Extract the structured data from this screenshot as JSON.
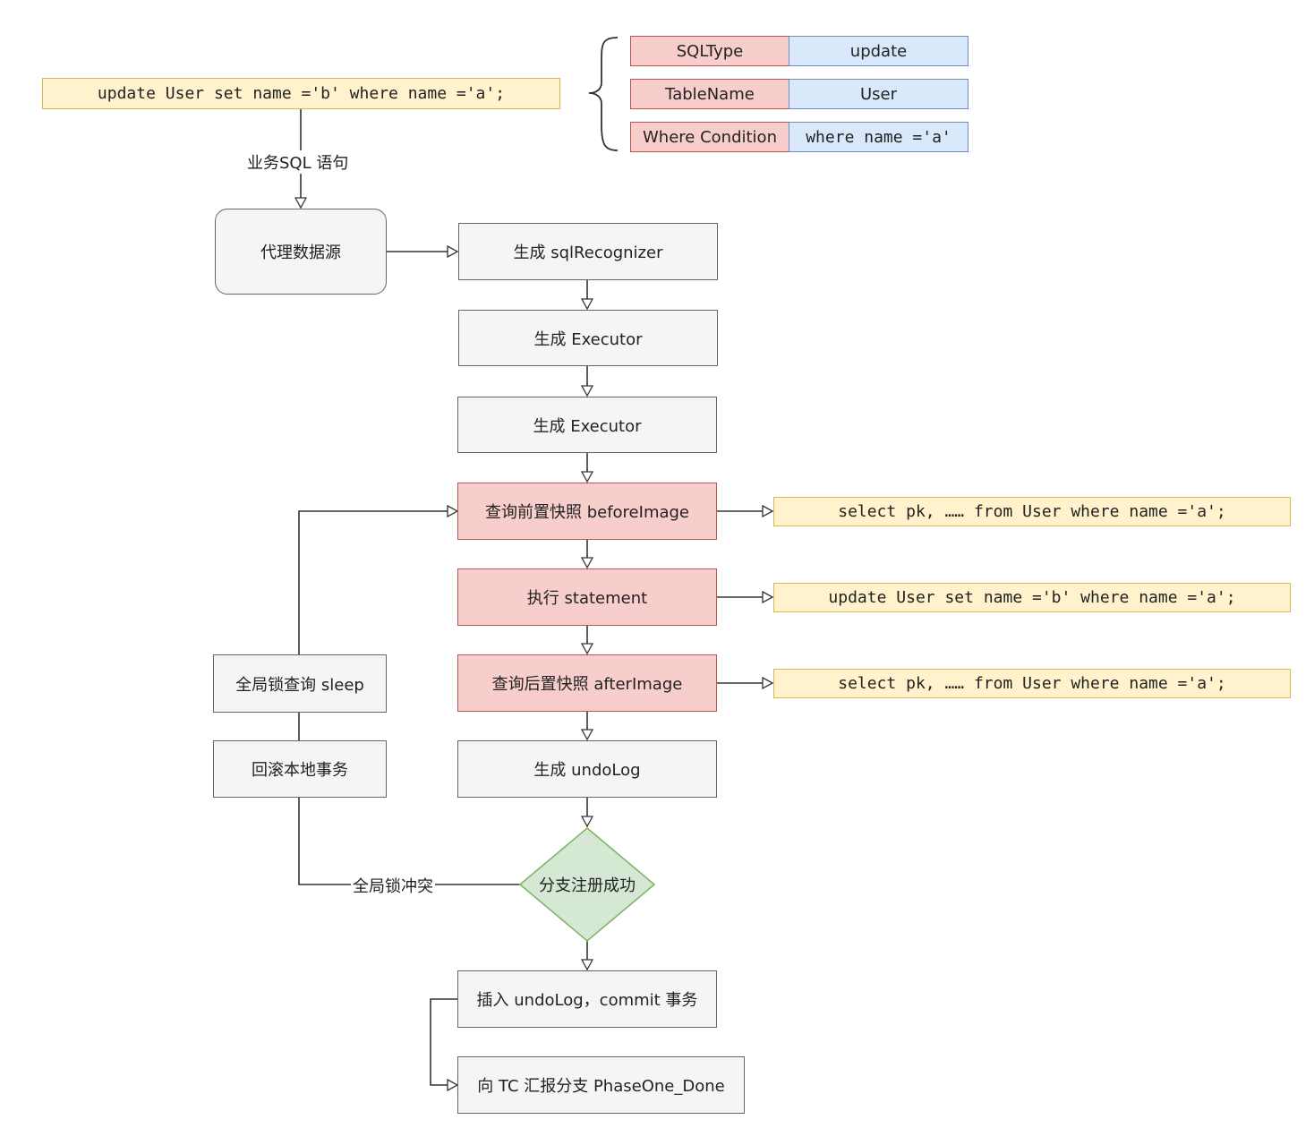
{
  "sql_statement": "update User set name ='b' where name ='a';",
  "parse_table": [
    {
      "key": "SQLType",
      "value": "update"
    },
    {
      "key": "TableName",
      "value": "User"
    },
    {
      "key": "Where Condition",
      "value": "where name ='a'"
    }
  ],
  "edge_labels": {
    "business_sql": "业务SQL 语句",
    "global_lock_conflict": "全局锁冲突"
  },
  "nodes": {
    "proxy_datasource": "代理数据源",
    "gen_recognizer": "生成 sqlRecognizer",
    "gen_executor_1": "生成 Executor",
    "gen_executor_2": "生成 Executor",
    "before_image": "查询前置快照 beforeImage",
    "execute_statement": "执行 statement",
    "after_image": "查询后置快照 afterImage",
    "gen_undolog": "生成 undoLog",
    "branch_register": "分支注册成功",
    "insert_commit": "插入 undoLog，commit 事务",
    "report_tc": "向 TC 汇报分支 PhaseOne_Done",
    "global_lock_sleep": "全局锁查询 sleep",
    "rollback_local": "回滚本地事务"
  },
  "side_sql": {
    "before_select": "select pk, …… from User where name ='a';",
    "execute_update": "update User set name ='b' where name ='a';",
    "after_select": "select pk, …… from User where name ='a';"
  },
  "colors": {
    "gray_fill": "#f5f5f5",
    "pink_fill": "#f8cecc",
    "yellow_fill": "#fff2cc",
    "blue_fill": "#dae8fc",
    "green_fill": "#d5e8d4"
  }
}
